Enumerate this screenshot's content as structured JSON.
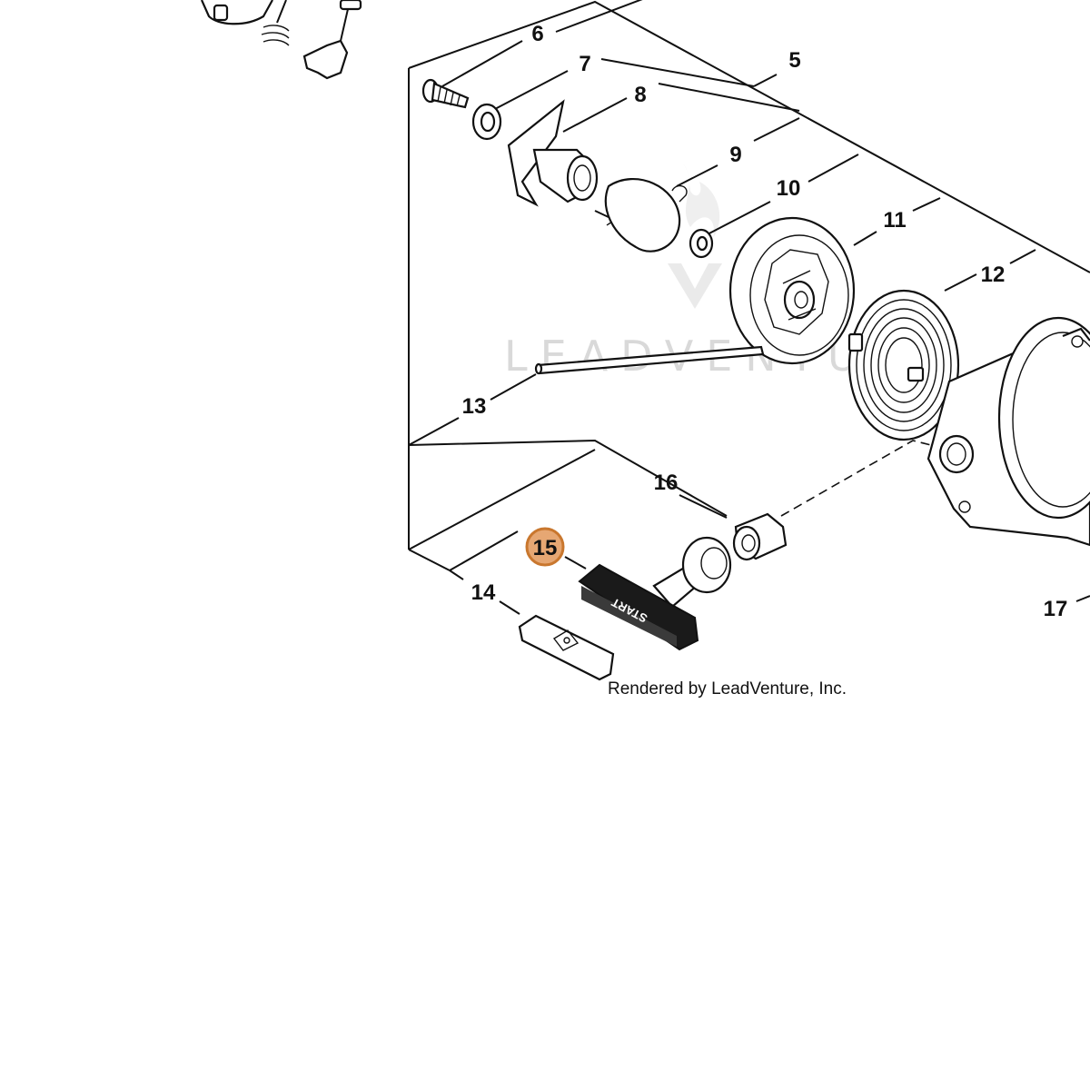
{
  "diagram": {
    "callouts": [
      {
        "id": "6",
        "label": "6",
        "highlighted": false
      },
      {
        "id": "7",
        "label": "7",
        "highlighted": false
      },
      {
        "id": "5",
        "label": "5",
        "highlighted": false
      },
      {
        "id": "8",
        "label": "8",
        "highlighted": false
      },
      {
        "id": "9",
        "label": "9",
        "highlighted": false
      },
      {
        "id": "10",
        "label": "10",
        "highlighted": false
      },
      {
        "id": "11",
        "label": "11",
        "highlighted": false
      },
      {
        "id": "12",
        "label": "12",
        "highlighted": false
      },
      {
        "id": "13",
        "label": "13",
        "highlighted": false
      },
      {
        "id": "16",
        "label": "16",
        "highlighted": false
      },
      {
        "id": "15",
        "label": "15",
        "highlighted": true
      },
      {
        "id": "14",
        "label": "14",
        "highlighted": false
      },
      {
        "id": "17",
        "label": "17",
        "highlighted": false
      }
    ],
    "handle_text": "START",
    "credit": "Rendered by LeadVenture, Inc.",
    "watermark": "LEADVENTURE",
    "colors": {
      "highlight_fill": "#e6a773",
      "highlight_stroke": "#c9772e",
      "line": "#111111",
      "watermark": "#d9d9d9"
    }
  }
}
